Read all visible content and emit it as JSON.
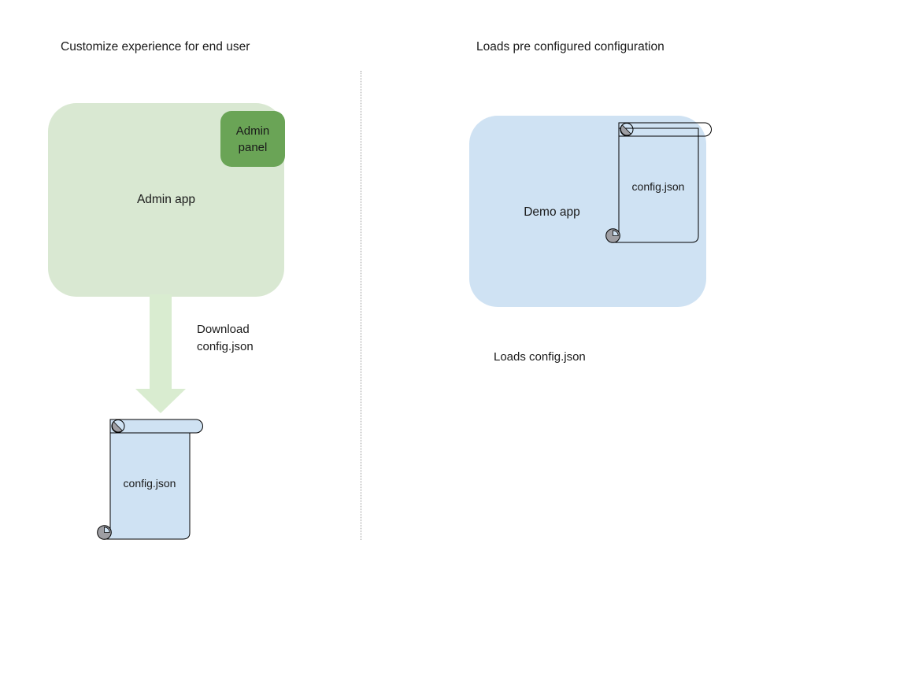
{
  "left": {
    "title": "Customize experience for end user",
    "admin_app_label": "Admin app",
    "admin_panel_label": "Admin panel",
    "arrow_label": "Download config.json",
    "file_label": "config.json"
  },
  "right": {
    "title": "Loads pre configured configuration",
    "demo_app_label": "Demo app",
    "file_label": "config.json",
    "caption": "Loads config.json"
  },
  "colors": {
    "admin_app_fill": "#d9e8d2",
    "admin_panel_fill": "#6aa456",
    "arrow_fill": "#d9ecd0",
    "file_fill": "#cfe2f3",
    "demo_app_fill": "#cfe2f3",
    "curl_gray": "#9e9ea3",
    "outline": "#000000",
    "divider": "#999999",
    "text": "#1a1a1a"
  }
}
